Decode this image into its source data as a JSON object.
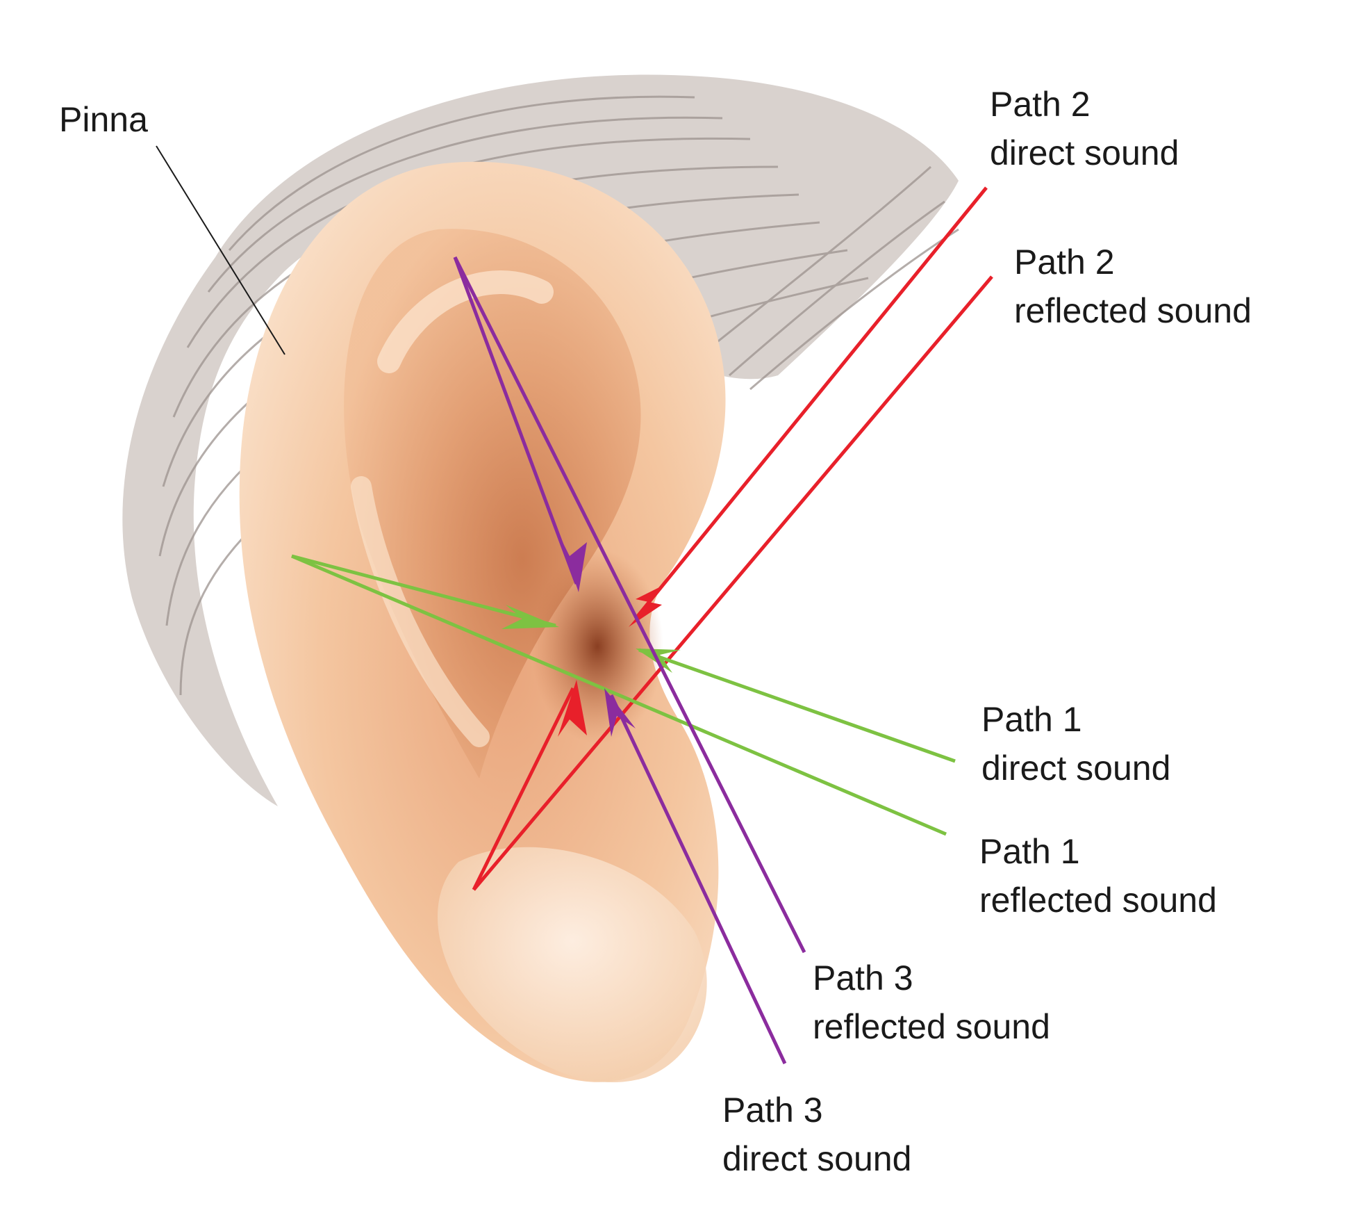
{
  "labels": {
    "pinna": "Pinna",
    "path2_direct": {
      "line1": "Path 2",
      "line2": "direct sound"
    },
    "path2_reflected": {
      "line1": "Path 2",
      "line2": "reflected sound"
    },
    "path1_direct": {
      "line1": "Path 1",
      "line2": "direct sound"
    },
    "path1_reflected": {
      "line1": "Path 1",
      "line2": "reflected sound"
    },
    "path3_reflected": {
      "line1": "Path 3",
      "line2": "reflected sound"
    },
    "path3_direct": {
      "line1": "Path 3",
      "line2": "direct sound"
    }
  },
  "colors": {
    "path1": "#7dc242",
    "path2": "#e8202a",
    "path3": "#8b2c9e",
    "leader": "#1a1a1a",
    "skin": "#f6c9a2",
    "hair": "#a39a96"
  }
}
